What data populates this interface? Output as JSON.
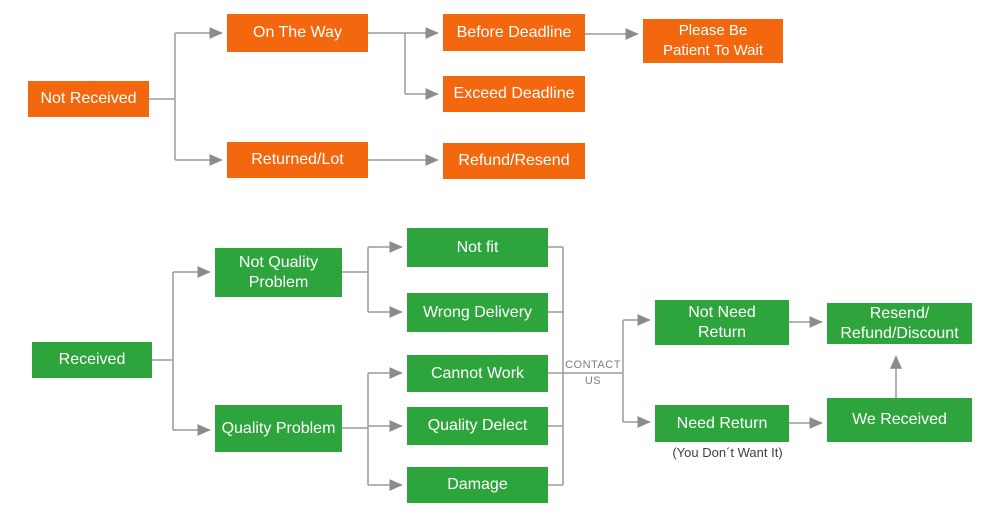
{
  "diagram": {
    "colors": {
      "orange_box": "#f3680f",
      "green_box": "#2da53c",
      "connector_line": "#9a9a9a",
      "arrowhead": "#8c8c8c",
      "box_text": "#ffffff",
      "contact_text": "#7d7d7d",
      "note_text": "#3f3f3f",
      "background": "#ffffff"
    },
    "top_flow": {
      "not_received": "Not Received",
      "on_the_way": "On The Way",
      "returned_lot": "Returned/Lot",
      "before_deadline": "Before Deadline",
      "exceed_deadline": "Exceed Deadline",
      "refund_resend": "Refund/Resend",
      "please_be_patient": "Please Be\nPatient To Wait"
    },
    "bottom_flow": {
      "received": "Received",
      "not_quality_problem": "Not Quality\nProblem",
      "quality_problem": "Quality Problem",
      "not_fit": "Not fit",
      "wrong_delivery": "Wrong Delivery",
      "cannot_work": "Cannot Work",
      "quality_delect": "Quality Delect",
      "damage": "Damage",
      "contact_us": "CONTACT\nUS",
      "not_need_return": "Not Need\nReturn",
      "need_return": "Need Return",
      "need_return_note": "(You Don´t Want It)",
      "resend_refund_discount": "Resend/\nRefund/Discount",
      "we_received": "We Received"
    }
  }
}
